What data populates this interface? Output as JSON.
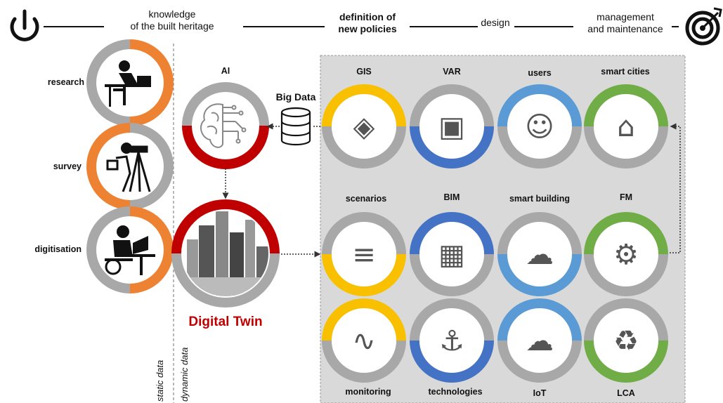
{
  "header": {
    "stage1": "knowledge\nof the built heritage",
    "stage2": "definition of\nnew policies",
    "stage3": "design",
    "stage4": "management\nand maintenance",
    "start_icon": "power-icon",
    "end_icon": "target-icon"
  },
  "knowledge": {
    "items": [
      {
        "label": "research",
        "icon": "person-reading-icon"
      },
      {
        "label": "survey",
        "icon": "surveyor-theodolite-icon"
      },
      {
        "label": "digitisation",
        "icon": "person-laptop-icon"
      }
    ],
    "static_label": "static data",
    "dynamic_label": "dynamic data"
  },
  "twin": {
    "ai_label": "AI",
    "ai_icon": "brain-circuit-icon",
    "bigdata_label": "Big Data",
    "bigdata_icon": "database-icon",
    "twin_label": "Digital Twin",
    "twin_icon": "city-skyline-icon"
  },
  "grid": {
    "top_labels": [
      "GIS",
      "VAR",
      "users",
      "smart cities"
    ],
    "middle_labels": [
      "scenarios",
      "BIM",
      "smart building",
      "FM"
    ],
    "bottom_labels": [
      "monitoring",
      "technologies",
      "IoT",
      "LCA"
    ],
    "icons": [
      "map-layers-icon",
      "vr-headset-icon",
      "users-group-icon",
      "smart-city-icon",
      "charts-icon",
      "bim-monitor-icon",
      "smart-building-icon",
      "gear-clock-icon",
      "monitoring-icon",
      "crane-hook-icon",
      "cloud-circuit-icon",
      "recycle-icon"
    ]
  },
  "colors": {
    "orange": "#EE8233",
    "gray": "#A8A8A8",
    "red": "#C00000",
    "yellow": "#F9C000",
    "blue": "#4472C4",
    "lightblue": "#5B9BD5",
    "green": "#70AD47",
    "panel": "#D9D9D9"
  }
}
